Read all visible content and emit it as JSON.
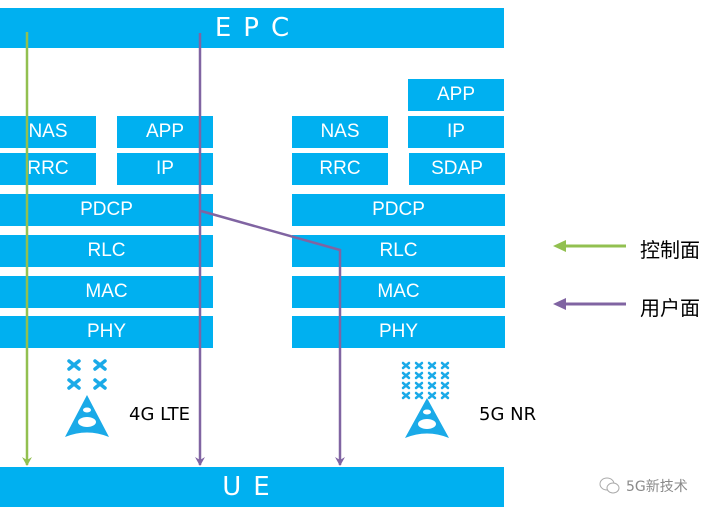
{
  "top_bar": {
    "label": "EPC"
  },
  "bottom_bar": {
    "label": "UE"
  },
  "lte_stack": {
    "name": "4G LTE",
    "upper_left": [
      "NAS",
      "RRC"
    ],
    "upper_right": [
      "APP",
      "IP"
    ],
    "layers": [
      "PDCP",
      "RLC",
      "MAC",
      "PHY"
    ]
  },
  "nr_stack": {
    "name": "5G NR",
    "upper_left": [
      "NAS",
      "RRC"
    ],
    "upper_right": [
      "APP",
      "IP",
      "SDAP"
    ],
    "layers": [
      "PDCP",
      "RLC",
      "MAC",
      "PHY"
    ]
  },
  "legend": [
    {
      "label": "控制面",
      "color": "#92c050",
      "icon": "arrow-left-icon"
    },
    {
      "label": "用户面",
      "color": "#8064a2",
      "icon": "arrow-left-icon"
    }
  ],
  "colors": {
    "layer_fill": "#00b0f0",
    "control_plane": "#92c050",
    "user_plane": "#8064a2"
  },
  "watermark": {
    "icon": "wechat-icon",
    "text": "5G新技术"
  }
}
